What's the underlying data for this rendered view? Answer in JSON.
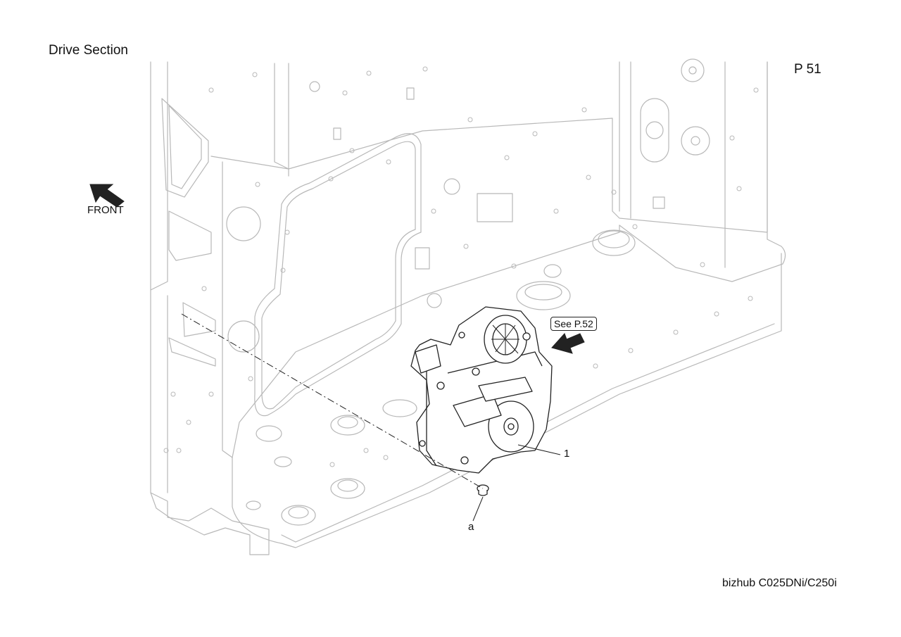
{
  "header": {
    "section_title": "Drive Section",
    "page_number": "P 51"
  },
  "diagram": {
    "direction_label": "FRONT",
    "cross_reference": "See P.52",
    "callouts": [
      {
        "id": "1"
      },
      {
        "id": "a"
      }
    ]
  },
  "footer": {
    "model_name": "bizhub C025DNi/C250i"
  }
}
